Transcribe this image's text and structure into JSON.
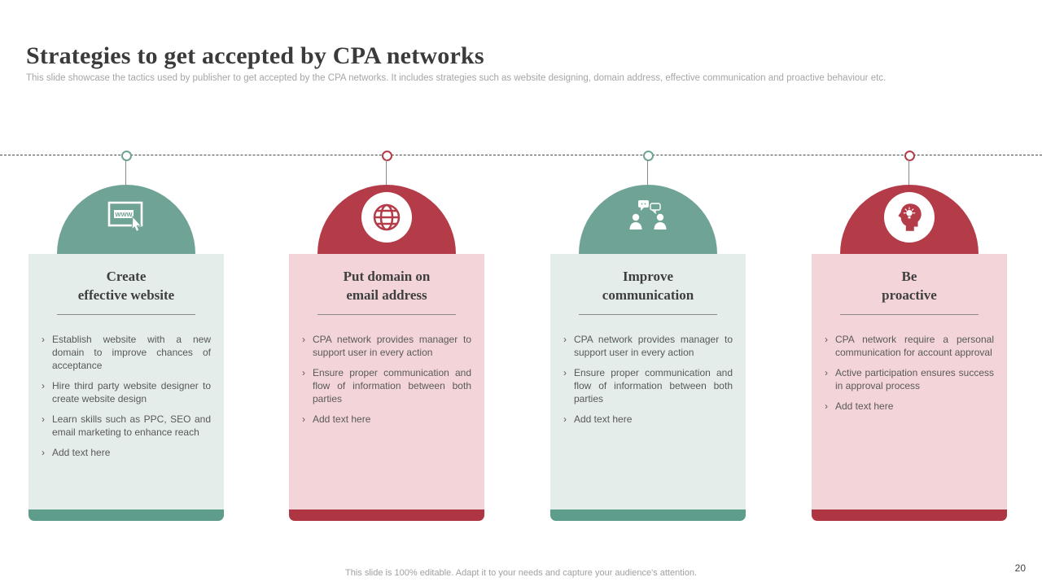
{
  "slide": {
    "title": "Strategies to get accepted by CPA networks",
    "subtitle": "This slide showcase the tactics used by publisher to get accepted by the CPA networks. It includes strategies such as website designing, domain address, effective communication and proactive behaviour etc.",
    "footer": "This slide is 100% editable.  Adapt it to your needs and capture your audience's attention.",
    "page_number": "20",
    "bullet_char": "›"
  },
  "colors": {
    "teal": "#6ea395",
    "teal_light": "#e4ede9",
    "teal_dark": "#5e9c8c",
    "red": "#b43b48",
    "red_light": "#f3d5d9",
    "red_dark": "#ae3643",
    "title_text": "#3b3b3b",
    "body_text": "#595959",
    "muted_text": "#a6a6a6"
  },
  "columns": [
    {
      "theme": "teal",
      "icon": "website-icon",
      "title_line1": "Create",
      "title_line2": "effective website",
      "bullets": [
        "Establish website with a new domain to improve chances of acceptance",
        "Hire third party website designer to create website design",
        "Learn skills such as PPC, SEO and email marketing to enhance reach",
        "Add text here"
      ]
    },
    {
      "theme": "red",
      "icon": "globe-icon",
      "title_line1": "Put domain on",
      "title_line2": "email address",
      "bullets": [
        "CPA network provides manager to support user in every action",
        "Ensure proper communication and flow of information between both parties",
        "Add text here"
      ]
    },
    {
      "theme": "teal",
      "icon": "communication-icon",
      "title_line1": "Improve",
      "title_line2": "communication",
      "bullets": [
        "CPA network provides manager to support user in every action",
        "Ensure proper communication and flow of information between both parties",
        "Add text here"
      ]
    },
    {
      "theme": "red",
      "icon": "proactive-icon",
      "title_line1": "Be",
      "title_line2": "proactive",
      "bullets": [
        "CPA network require a personal communication for account approval",
        "Active participation ensures success in approval process",
        "Add text here"
      ]
    }
  ]
}
